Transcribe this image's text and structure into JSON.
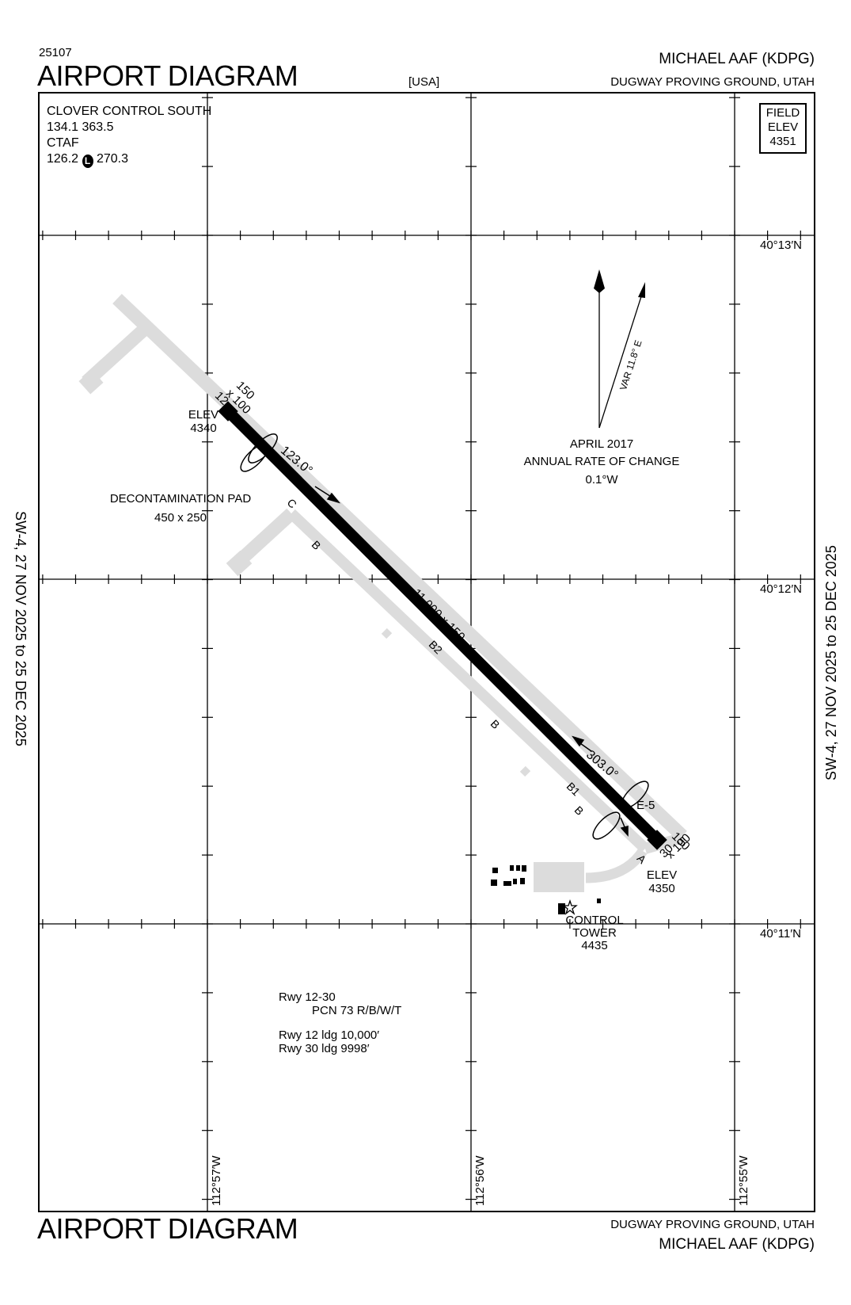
{
  "header": {
    "chart_id": "25107",
    "title": "AIRPORT DIAGRAM",
    "country": "[USA]",
    "airport_name": "MICHAEL AAF  (KDPG)",
    "location": "DUGWAY PROVING GROUND, UTAH"
  },
  "footer": {
    "title": "AIRPORT DIAGRAM",
    "location": "DUGWAY PROVING GROUND, UTAH",
    "airport_name": "MICHAEL AAF  (KDPG)"
  },
  "side_note": "SW-4,  27 NOV 2025  to  25 DEC 2025",
  "comms": {
    "line1": "CLOVER CONTROL SOUTH",
    "line2": "134.1  363.5",
    "line3": "CTAF",
    "ctaf_freq1": "126.2",
    "ctaf_symbol": "L",
    "ctaf_freq2": "270.3"
  },
  "field_elev": {
    "label1": "FIELD",
    "label2": "ELEV",
    "value": "4351"
  },
  "latitudes": [
    "40°13′N",
    "40°12′N",
    "40°11′N"
  ],
  "longitudes": [
    "112°57′W",
    "112°56′W",
    "112°55′W"
  ],
  "magnetic": {
    "variation": "VAR 11.8° E",
    "date": "APRIL 2017",
    "rate_label": "ANNUAL RATE OF CHANGE",
    "rate_value": "0.1°W"
  },
  "runway": {
    "dimensions": "11,000 x 150",
    "end12": {
      "number": "12",
      "overrun_top": "150",
      "overrun_bottom": "x 100",
      "elev_label": "ELEV",
      "elev_value": "4340",
      "heading": "123.0°"
    },
    "end30": {
      "number": "30",
      "overrun_top": "150",
      "overrun_bottom": "x 100",
      "elev_label": "ELEV",
      "elev_value": "4350",
      "heading": "303.0°"
    }
  },
  "taxiways": {
    "c": "C",
    "b": "B",
    "b2": "B2",
    "b1": "B1",
    "a": "A",
    "e5": "E-5"
  },
  "decon_pad": {
    "label": "DECONTAMINATION PAD",
    "size": "450 x 250"
  },
  "tower": {
    "line1": "CONTROL",
    "line2": "TOWER",
    "elev": "4435"
  },
  "remarks": {
    "line1": "Rwy 12-30",
    "line2": "PCN 73 R/B/W/T",
    "line3": "Rwy 12 ldg 10,000′",
    "line4": "Rwy 30 ldg 9998′"
  },
  "colors": {
    "runway": "#000000",
    "taxiway": "#dcdcdc",
    "grid": "#000000"
  }
}
